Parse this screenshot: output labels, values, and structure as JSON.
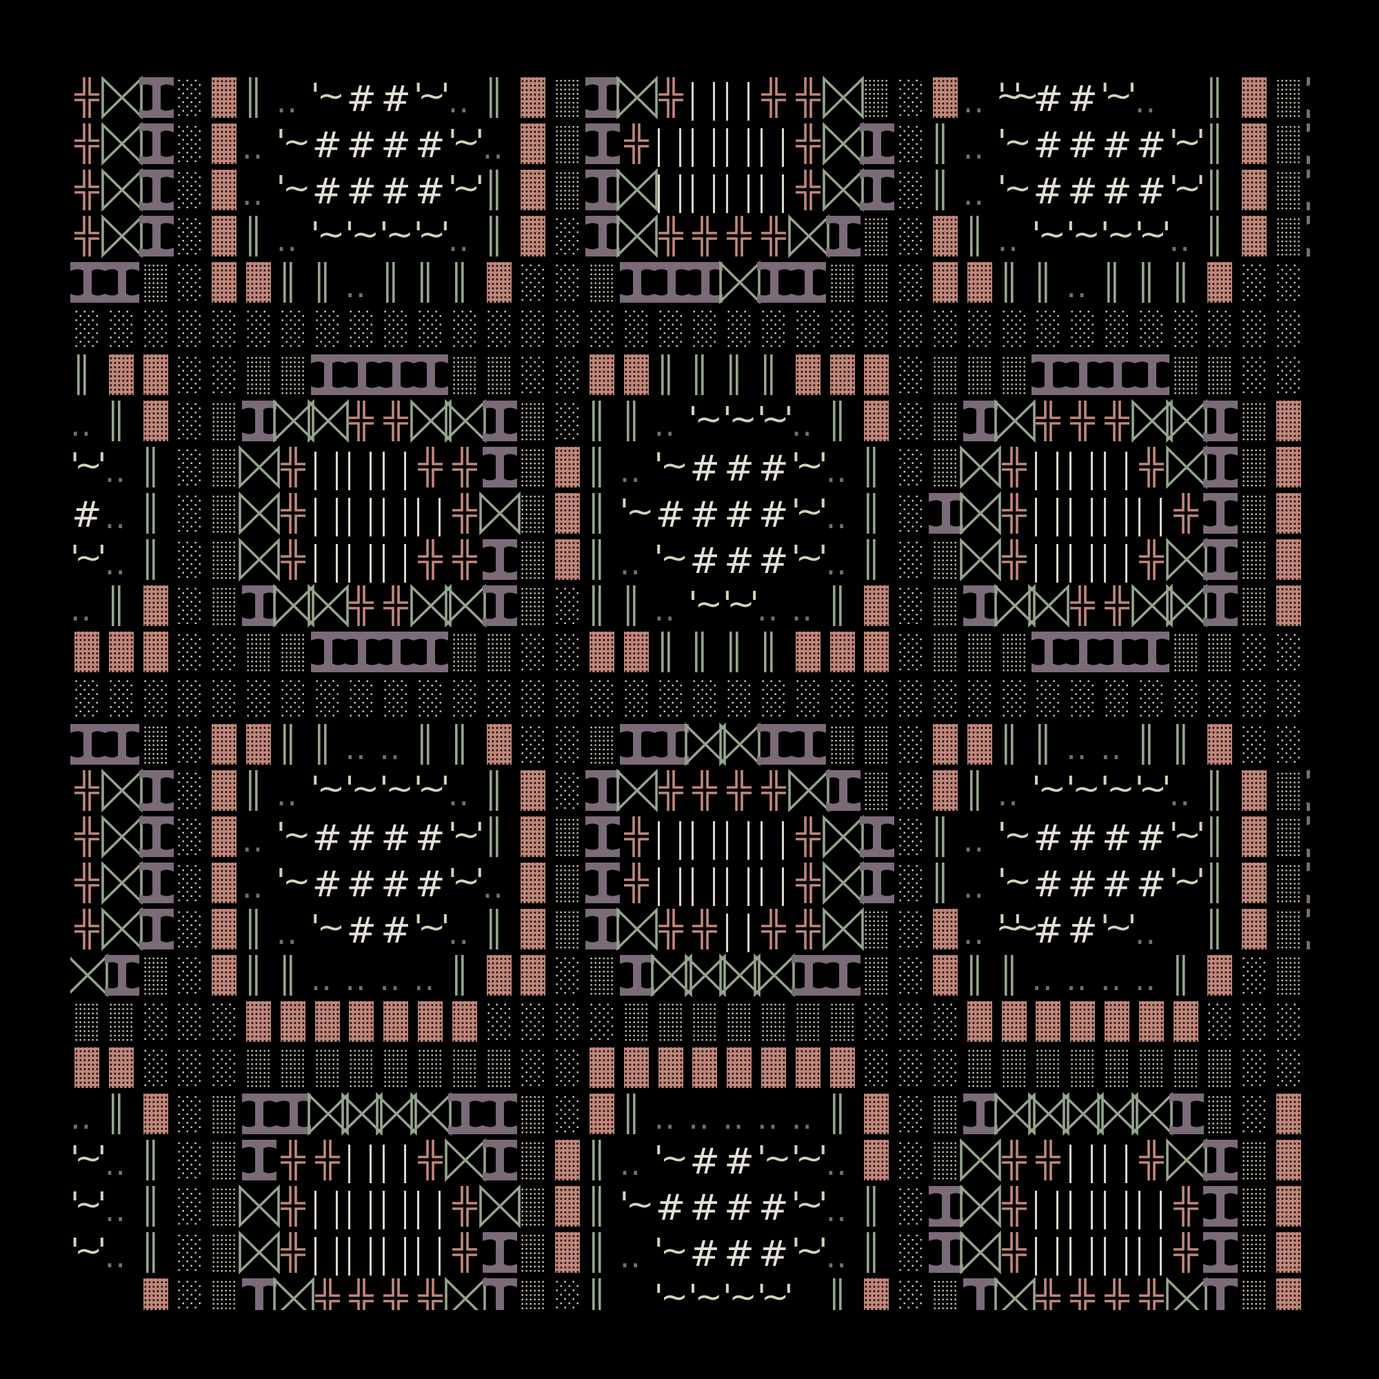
{
  "palette": {
    "pink": "#c1877b",
    "green": "#94a58c",
    "purple": "#7b6a78",
    "cream": "#ddd8c8",
    "background": "#000000"
  },
  "glyph_legend": {
    "cross": "double-cross-icon",
    "bowtie": "bowtie-icon",
    "ibeam": "i-beam-icon",
    "light": "light-shade-icon",
    "medium": "medium-shade-icon",
    "dark": "dark-shade-icon",
    "dbar": "double-bar-icon"
  },
  "grid": {
    "rows": [
      [
        "",
        "",
        "",
        "",
        "",
        "",
        "",
        "..",
        "..",
        "..",
        "..",
        "",
        "",
        "",
        "",
        "",
        "",
        "",
        "",
        "",
        "",
        "",
        "",
        "",
        "",
        "",
        "",
        "",
        "..",
        "..",
        "..",
        "..",
        "",
        "",
        "",
        "",
        ""
      ],
      [
        "cross",
        "bowtie",
        "ibeam",
        "light",
        "dark",
        "dbar",
        "..",
        "'~",
        "#",
        "#",
        "'~'",
        "..",
        "dbar",
        "dark",
        "medium",
        "ibeam",
        "bowtie",
        "cross",
        "| |",
        "| |",
        "cross",
        "cross",
        "bowtie",
        "medium",
        "light",
        "dark",
        "..",
        "'~'~",
        "#",
        "#",
        "'~'",
        "..",
        "",
        "dbar",
        "dark",
        "medium",
        "ibeam"
      ],
      [
        "cross",
        "bowtie",
        "ibeam",
        "light",
        "dark",
        "..",
        "'~",
        "#",
        "#",
        "#",
        "#",
        "'~'",
        "..",
        "dark",
        "medium",
        "ibeam",
        "cross",
        "| |",
        "| |",
        "| |",
        "| |",
        "cross",
        "bowtie",
        "ibeam",
        "light",
        "dbar",
        "..",
        "'~",
        "#",
        "#",
        "#",
        "#",
        "'~'",
        "dbar",
        "dark",
        "medium",
        "ibeam"
      ],
      [
        "cross",
        "bowtie",
        "ibeam",
        "light",
        "dark",
        "..",
        "'~",
        "#",
        "#",
        "#",
        "#",
        "'~'",
        "dbar",
        "dark",
        "medium",
        "ibeam",
        "bowtie",
        "| |",
        "| |",
        "| |",
        "| |",
        "cross",
        "bowtie",
        "ibeam",
        "light",
        "dbar",
        "..",
        "'~",
        "#",
        "#",
        "#",
        "#",
        "'~'",
        "dbar",
        "dark",
        "medium",
        "ibeam"
      ],
      [
        "cross",
        "bowtie",
        "ibeam",
        "light",
        "dark",
        "dbar",
        "..",
        "'~",
        "'~",
        "'~",
        "'~'",
        "..",
        "dbar",
        "dark",
        "light",
        "ibeam",
        "bowtie",
        "cross",
        "cross",
        "cross",
        "cross",
        "bowtie",
        "ibeam",
        "medium",
        "light",
        "dark",
        "dbar",
        "..",
        "'~",
        "'~",
        "'~",
        "'~'",
        "..",
        "dbar",
        "dark",
        "medium",
        "ibeam"
      ],
      [
        "ibeam",
        "ibeam",
        "medium",
        "light",
        "dark",
        "dark",
        "dbar",
        "dbar",
        "..",
        "dbar",
        "dbar",
        "dbar",
        "dark",
        "light",
        "light",
        "medium",
        "ibeam",
        "ibeam",
        "ibeam",
        "bowtie",
        "ibeam",
        "ibeam",
        "medium",
        "medium",
        "light",
        "dark",
        "dark",
        "dbar",
        "dbar",
        "..",
        "dbar",
        "dbar",
        "dbar",
        "dark",
        "light",
        "light",
        "light"
      ],
      [
        "light",
        "light",
        "light",
        "light",
        "light",
        "light",
        "light",
        "light",
        "light",
        "light",
        "light",
        "light",
        "light",
        "light",
        "light",
        "light",
        "light",
        "light",
        "light",
        "light",
        "light",
        "light",
        "light",
        "light",
        "light",
        "light",
        "light",
        "light",
        "light",
        "light",
        "light",
        "light",
        "light",
        "light",
        "light",
        "light",
        "light"
      ],
      [
        "dbar",
        "dark",
        "dark",
        "light",
        "light",
        "medium",
        "medium",
        "ibeam",
        "ibeam",
        "ibeam",
        "ibeam",
        "medium",
        "medium",
        "light",
        "light",
        "dark",
        "dark",
        "dbar",
        "dbar",
        "dbar",
        "dbar",
        "dark",
        "dark",
        "dark",
        "light",
        "medium",
        "medium",
        "medium",
        "ibeam",
        "ibeam",
        "ibeam",
        "ibeam",
        "medium",
        "medium",
        "light",
        "light",
        "dark"
      ],
      [
        "..",
        "dbar",
        "dark",
        "light",
        "medium",
        "ibeam",
        "bowtie",
        "bowtie",
        "cross",
        "cross",
        "bowtie",
        "bowtie",
        "ibeam",
        "medium",
        "light",
        "dbar",
        "dbar",
        "..",
        "'~",
        "'~",
        "'~'",
        "..",
        "dbar",
        "dark",
        "light",
        "medium",
        "ibeam",
        "bowtie",
        "cross",
        "cross",
        "cross",
        "bowtie",
        "bowtie",
        "ibeam",
        "medium",
        "dark",
        ""
      ],
      [
        "'~'",
        "..",
        "dbar",
        "light",
        "medium",
        "bowtie",
        "cross",
        "| |",
        "| |",
        "| |",
        "cross",
        "cross",
        "ibeam",
        "medium",
        "dark",
        "dbar",
        "..",
        "'~",
        "#",
        "#",
        "#",
        "'~'",
        "..",
        "dbar",
        "light",
        "medium",
        "bowtie",
        "cross",
        "| |",
        "| |",
        "| |",
        "cross",
        "bowtie",
        "ibeam",
        "medium",
        "dark",
        ""
      ],
      [
        "#",
        "..",
        "dbar",
        "light",
        "medium",
        "bowtie",
        "cross",
        "| |",
        "| |",
        "| |",
        "| |",
        "cross",
        "bowtie",
        "medium",
        "dark",
        "dbar",
        "'~",
        "#",
        "#",
        "#",
        "#",
        "'~'",
        "..",
        "dbar",
        "light",
        "ibeam",
        "bowtie",
        "cross",
        "| |",
        "| |",
        "| |",
        "| |",
        "cross",
        "ibeam",
        "medium",
        "dark",
        ""
      ],
      [
        "'~'",
        "..",
        "dbar",
        "light",
        "medium",
        "bowtie",
        "cross",
        "| |",
        "| |",
        "| |",
        "cross",
        "cross",
        "ibeam",
        "medium",
        "dark",
        "dbar",
        "..",
        "'~",
        "#",
        "#",
        "#",
        "'~'",
        "..",
        "dbar",
        "light",
        "medium",
        "bowtie",
        "cross",
        "| |",
        "| |",
        "| |",
        "cross",
        "bowtie",
        "ibeam",
        "medium",
        "dark",
        ""
      ],
      [
        "..",
        "dbar",
        "dark",
        "light",
        "medium",
        "ibeam",
        "bowtie",
        "bowtie",
        "cross",
        "cross",
        "bowtie",
        "bowtie",
        "ibeam",
        "medium",
        "light",
        "dbar",
        "dbar",
        "..",
        "'~",
        "'~'",
        "..",
        "..",
        "dbar",
        "dark",
        "light",
        "medium",
        "ibeam",
        "bowtie",
        "bowtie",
        "cross",
        "cross",
        "bowtie",
        "bowtie",
        "ibeam",
        "medium",
        "dark",
        ""
      ],
      [
        "dark",
        "dark",
        "dark",
        "light",
        "light",
        "medium",
        "medium",
        "ibeam",
        "ibeam",
        "ibeam",
        "ibeam",
        "medium",
        "medium",
        "light",
        "light",
        "dark",
        "dark",
        "dbar",
        "dbar",
        "dbar",
        "dbar",
        "dark",
        "dark",
        "dark",
        "light",
        "medium",
        "medium",
        "medium",
        "ibeam",
        "ibeam",
        "ibeam",
        "ibeam",
        "medium",
        "medium",
        "light",
        "light",
        "dark"
      ],
      [
        "light",
        "light",
        "light",
        "light",
        "light",
        "light",
        "light",
        "light",
        "light",
        "light",
        "light",
        "light",
        "light",
        "light",
        "light",
        "light",
        "light",
        "light",
        "light",
        "light",
        "light",
        "light",
        "light",
        "light",
        "light",
        "light",
        "light",
        "light",
        "light",
        "light",
        "light",
        "light",
        "light",
        "light",
        "light",
        "light",
        "light"
      ],
      [
        "ibeam",
        "ibeam",
        "medium",
        "light",
        "dark",
        "dark",
        "dbar",
        "dbar",
        "..",
        "..",
        "dbar",
        "dbar",
        "dark",
        "light",
        "light",
        "medium",
        "ibeam",
        "ibeam",
        "bowtie",
        "bowtie",
        "ibeam",
        "ibeam",
        "medium",
        "medium",
        "light",
        "dark",
        "dark",
        "dbar",
        "dbar",
        "..",
        "..",
        "dbar",
        "dbar",
        "dark",
        "light",
        "light",
        "light"
      ],
      [
        "cross",
        "bowtie",
        "ibeam",
        "light",
        "dark",
        "dbar",
        "..",
        "'~",
        "'~",
        "'~",
        "'~'",
        "..",
        "dbar",
        "dark",
        "light",
        "ibeam",
        "bowtie",
        "cross",
        "cross",
        "cross",
        "cross",
        "bowtie",
        "ibeam",
        "medium",
        "light",
        "dark",
        "dbar",
        "..",
        "'~",
        "'~",
        "'~",
        "'~'",
        "..",
        "dbar",
        "dark",
        "medium",
        "ibeam"
      ],
      [
        "cross",
        "bowtie",
        "ibeam",
        "light",
        "dark",
        "..",
        "'~",
        "#",
        "#",
        "#",
        "#",
        "'~'",
        "dbar",
        "dark",
        "medium",
        "ibeam",
        "cross",
        "| |",
        "| |",
        "| |",
        "| |",
        "cross",
        "bowtie",
        "ibeam",
        "light",
        "dbar",
        "..",
        "'~",
        "#",
        "#",
        "#",
        "#",
        "'~'",
        "dbar",
        "dark",
        "medium",
        "ibeam"
      ],
      [
        "cross",
        "bowtie",
        "ibeam",
        "light",
        "dark",
        "..",
        "'~",
        "#",
        "#",
        "#",
        "#",
        "'~'",
        "..",
        "dark",
        "medium",
        "ibeam",
        "cross",
        "| |",
        "| |",
        "| |",
        "| |",
        "cross",
        "bowtie",
        "ibeam",
        "light",
        "dbar",
        "..",
        "'~",
        "#",
        "#",
        "#",
        "#",
        "'~'",
        "dbar",
        "dark",
        "medium",
        "ibeam"
      ],
      [
        "cross",
        "bowtie",
        "ibeam",
        "light",
        "dark",
        "dbar",
        "..",
        "'~",
        "#",
        "#",
        "'~'",
        "..",
        "dbar",
        "dark",
        "medium",
        "ibeam",
        "bowtie",
        "cross",
        "cross",
        "| |",
        "cross",
        "cross",
        "bowtie",
        "medium",
        "light",
        "dark",
        "..",
        "'~'~",
        "#",
        "#",
        "'~'",
        "..",
        "",
        "dbar",
        "dark",
        "medium",
        "ibeam"
      ],
      [
        "bowtie",
        "ibeam",
        "medium",
        "light",
        "dark",
        "dbar",
        "dbar",
        "..",
        "..",
        "..",
        "..",
        "dbar",
        "dark",
        "dark",
        "light",
        "medium",
        "ibeam",
        "bowtie",
        "bowtie",
        "bowtie",
        "bowtie",
        "ibeam",
        "ibeam",
        "medium",
        "light",
        "dark",
        "dbar",
        "dbar",
        "..",
        "..",
        "..",
        "..",
        "dbar",
        "dark",
        "light",
        "medium",
        "light"
      ],
      [
        "medium",
        "medium",
        "light",
        "light",
        "light",
        "dark",
        "dark",
        "dark",
        "dark",
        "dark",
        "dark",
        "dark",
        "light",
        "light",
        "light",
        "light",
        "medium",
        "medium",
        "medium",
        "medium",
        "medium",
        "medium",
        "medium",
        "light",
        "light",
        "light",
        "dark",
        "dark",
        "dark",
        "dark",
        "dark",
        "dark",
        "dark",
        "light",
        "light",
        "light",
        "light"
      ],
      [
        "dark",
        "dark",
        "light",
        "light",
        "light",
        "medium",
        "medium",
        "medium",
        "medium",
        "medium",
        "medium",
        "medium",
        "medium",
        "light",
        "light",
        "dark",
        "dark",
        "dark",
        "dark",
        "dark",
        "dark",
        "dark",
        "dark",
        "light",
        "light",
        "light",
        "medium",
        "medium",
        "medium",
        "medium",
        "medium",
        "medium",
        "medium",
        "medium",
        "light",
        "light",
        "dark"
      ],
      [
        "..",
        "dbar",
        "dark",
        "light",
        "medium",
        "ibeam",
        "ibeam",
        "bowtie",
        "bowtie",
        "bowtie",
        "bowtie",
        "ibeam",
        "ibeam",
        "medium",
        "light",
        "dark",
        "dbar",
        "..",
        "..",
        "..",
        "..",
        "..",
        "dbar",
        "dark",
        "light",
        "medium",
        "ibeam",
        "bowtie",
        "bowtie",
        "bowtie",
        "bowtie",
        "bowtie",
        "ibeam",
        "medium",
        "light",
        "dark",
        "dark"
      ],
      [
        "'~'",
        "..",
        "dbar",
        "light",
        "medium",
        "ibeam",
        "cross",
        "cross",
        "| |",
        "| |",
        "cross",
        "bowtie",
        "ibeam",
        "medium",
        "dark",
        "dbar",
        "..",
        "'~",
        "#",
        "#",
        "'~",
        "'~'",
        "..",
        "dark",
        "light",
        "medium",
        "bowtie",
        "cross",
        "cross",
        "| |",
        "| |",
        "cross",
        "bowtie",
        "ibeam",
        "medium",
        "dark",
        ""
      ],
      [
        "'~'",
        "..",
        "dbar",
        "light",
        "medium",
        "bowtie",
        "cross",
        "| |",
        "| |",
        "| |",
        "| |",
        "cross",
        "bowtie",
        "medium",
        "dark",
        "dbar",
        "'~",
        "#",
        "#",
        "#",
        "#",
        "'~'",
        "..",
        "dbar",
        "light",
        "ibeam",
        "bowtie",
        "cross",
        "| |",
        "| |",
        "| |",
        "| |",
        "cross",
        "ibeam",
        "medium",
        "dark",
        ""
      ],
      [
        "'~'",
        "..",
        "dbar",
        "light",
        "medium",
        "bowtie",
        "cross",
        "| |",
        "| |",
        "| |",
        "| |",
        "cross",
        "ibeam",
        "medium",
        "dark",
        "dbar",
        "..",
        "'~",
        "#",
        "#",
        "#",
        "'~'",
        "..",
        "dbar",
        "light",
        "ibeam",
        "bowtie",
        "cross",
        "| |",
        "| |",
        "| |",
        "| |",
        "cross",
        "ibeam",
        "medium",
        "dark",
        ""
      ],
      [
        "",
        "",
        "dark",
        "light",
        "medium",
        "ibeam",
        "bowtie",
        "cross",
        "cross",
        "cross",
        "cross",
        "bowtie",
        "ibeam",
        "medium",
        "light",
        "dbar",
        "",
        "'~",
        "'~",
        "'~",
        "'~'",
        "",
        "dbar",
        "dark",
        "light",
        "medium",
        "ibeam",
        "bowtie",
        "cross",
        "cross",
        "cross",
        "cross",
        "bowtie",
        "ibeam",
        "medium",
        "dark",
        ""
      ]
    ]
  }
}
